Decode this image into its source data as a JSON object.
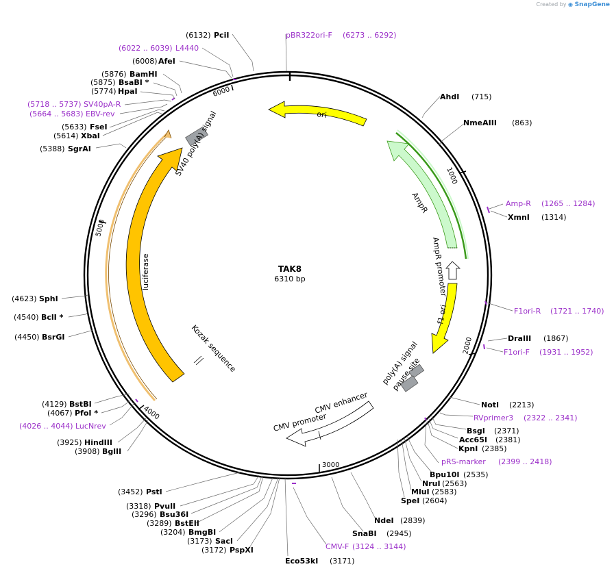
{
  "credit": {
    "prefix": "Created by",
    "brand": "SnapGene"
  },
  "plasmid": {
    "name": "TAK8",
    "size_label": "6310 bp",
    "length": 6310
  },
  "ticks": [
    "1000",
    "2000",
    "3000",
    "4000",
    "5000",
    "6000"
  ],
  "sites": [
    {
      "id": "pcii",
      "pos": "(6132)",
      "name": "PciI",
      "kind": "enzyme"
    },
    {
      "id": "l4440",
      "pos": "(6022 .. 6039)",
      "name": "L4440",
      "kind": "primer"
    },
    {
      "id": "afei",
      "pos": "(6008)",
      "name": "AfeI",
      "kind": "enzyme"
    },
    {
      "id": "bamhi",
      "pos": "(5876)",
      "name": "BamHI",
      "kind": "enzyme"
    },
    {
      "id": "bsabi",
      "pos": "(5875)",
      "name": "BsaBI *",
      "kind": "enzyme"
    },
    {
      "id": "hpai",
      "pos": "(5774)",
      "name": "HpaI",
      "kind": "enzyme"
    },
    {
      "id": "sv40pa",
      "pos": "(5718 .. 5737)",
      "name": "SV40pA-R",
      "kind": "primer"
    },
    {
      "id": "ebvrev",
      "pos": "(5664 .. 5683)",
      "name": "EBV-rev",
      "kind": "primer"
    },
    {
      "id": "fsei",
      "pos": "(5633)",
      "name": "FseI",
      "kind": "enzyme"
    },
    {
      "id": "xbai",
      "pos": "(5614)",
      "name": "XbaI",
      "kind": "enzyme"
    },
    {
      "id": "sgrai",
      "pos": "(5388)",
      "name": "SgrAI",
      "kind": "enzyme"
    },
    {
      "id": "sphi",
      "pos": "(4623)",
      "name": "SphI",
      "kind": "enzyme"
    },
    {
      "id": "bcli",
      "pos": "(4540)",
      "name": "BclI *",
      "kind": "enzyme"
    },
    {
      "id": "bsrgi",
      "pos": "(4450)",
      "name": "BsrGI",
      "kind": "enzyme"
    },
    {
      "id": "bstbi",
      "pos": "(4129)",
      "name": "BstBI",
      "kind": "enzyme"
    },
    {
      "id": "pfoi",
      "pos": "(4067)",
      "name": "PfoI *",
      "kind": "enzyme"
    },
    {
      "id": "lucnrev",
      "pos": "(4026 .. 4044)",
      "name": "LucNrev",
      "kind": "primer"
    },
    {
      "id": "hindiii",
      "pos": "(3925)",
      "name": "HindIII",
      "kind": "enzyme"
    },
    {
      "id": "bglii",
      "pos": "(3908)",
      "name": "BglII",
      "kind": "enzyme"
    },
    {
      "id": "psti",
      "pos": "(3452)",
      "name": "PstI",
      "kind": "enzyme"
    },
    {
      "id": "pvuii",
      "pos": "(3318)",
      "name": "PvuII",
      "kind": "enzyme"
    },
    {
      "id": "bsu36i",
      "pos": "(3296)",
      "name": "Bsu36I",
      "kind": "enzyme"
    },
    {
      "id": "bsteii",
      "pos": "(3289)",
      "name": "BstEII",
      "kind": "enzyme"
    },
    {
      "id": "bmgbi",
      "pos": "(3204)",
      "name": "BmgBI",
      "kind": "enzyme"
    },
    {
      "id": "saci",
      "pos": "(3173)",
      "name": "SacI",
      "kind": "enzyme"
    },
    {
      "id": "pspxi",
      "pos": "(3172)",
      "name": "PspXI",
      "kind": "enzyme"
    },
    {
      "id": "eco53ki",
      "pos": "(3171)",
      "name": "Eco53kI",
      "kind": "enzyme"
    },
    {
      "id": "cmvf",
      "pos": "(3124 .. 3144)",
      "name": "CMV-F",
      "kind": "primer"
    },
    {
      "id": "snabi",
      "pos": "(2945)",
      "name": "SnaBI",
      "kind": "enzyme"
    },
    {
      "id": "ndei",
      "pos": "(2839)",
      "name": "NdeI",
      "kind": "enzyme"
    },
    {
      "id": "spei",
      "pos": "(2604)",
      "name": "SpeI",
      "kind": "enzyme"
    },
    {
      "id": "mlui",
      "pos": "(2583)",
      "name": "MluI",
      "kind": "enzyme"
    },
    {
      "id": "prui",
      "pos": "(2563)",
      "name": "NruI",
      "kind": "enzyme"
    },
    {
      "id": "bpu10i",
      "pos": "(2535)",
      "name": "Bpu10I",
      "kind": "enzyme"
    },
    {
      "id": "prsmarker",
      "pos": "(2399 .. 2418)",
      "name": "pRS-marker",
      "kind": "primer"
    },
    {
      "id": "kpni",
      "pos": "(2385)",
      "name": "KpnI",
      "kind": "enzyme"
    },
    {
      "id": "acc65i",
      "pos": "(2381)",
      "name": "Acc65I",
      "kind": "enzyme"
    },
    {
      "id": "bsgi",
      "pos": "(2371)",
      "name": "BsgI",
      "kind": "enzyme"
    },
    {
      "id": "rvprimer3",
      "pos": "(2322 .. 2341)",
      "name": "RVprimer3",
      "kind": "primer"
    },
    {
      "id": "noti",
      "pos": "(2213)",
      "name": "NotI",
      "kind": "enzyme"
    },
    {
      "id": "f1orif",
      "pos": "(1931 .. 1952)",
      "name": "F1ori-F",
      "kind": "primer"
    },
    {
      "id": "draiii",
      "pos": "(1867)",
      "name": "DraIII",
      "kind": "enzyme"
    },
    {
      "id": "f1orir",
      "pos": "(1721 .. 1740)",
      "name": "F1ori-R",
      "kind": "primer"
    },
    {
      "id": "xmni",
      "pos": "(1314)",
      "name": "XmnI",
      "kind": "enzyme"
    },
    {
      "id": "ampr_p",
      "pos": "(1265 .. 1284)",
      "name": "Amp-R",
      "kind": "primer"
    },
    {
      "id": "nmeaiii",
      "pos": "(863)",
      "name": "NmeAIII",
      "kind": "enzyme"
    },
    {
      "id": "ahdi",
      "pos": "(715)",
      "name": "AhdI",
      "kind": "enzyme"
    },
    {
      "id": "pbr322",
      "pos": "(6273 .. 6292)",
      "name": "pBR322ori-F",
      "kind": "primer"
    }
  ],
  "features": {
    "ori": "ori",
    "ampr": "AmpR",
    "ampr_promoter": "AmpR promoter",
    "f1_ori": "f1 ori",
    "polya": "poly(A) signal",
    "pause": "pause site",
    "cmv_enhancer": "CMV enhancer",
    "cmv_promoter": "CMV promoter",
    "kozak": "Kozak sequence",
    "luciferase": "luciferase",
    "sv40": "SV40 poly(A) signal"
  },
  "colors": {
    "primer": "#9b30c9",
    "ori": "#ffff00",
    "ampr": "#ccf9cc",
    "ampr_outline": "#3a9a1a",
    "luciferase": "#ffc400",
    "luc_outline": "#f0c070",
    "cmv": "#ffffff",
    "polya": "#9ea2a6",
    "backbone": "#000000"
  }
}
